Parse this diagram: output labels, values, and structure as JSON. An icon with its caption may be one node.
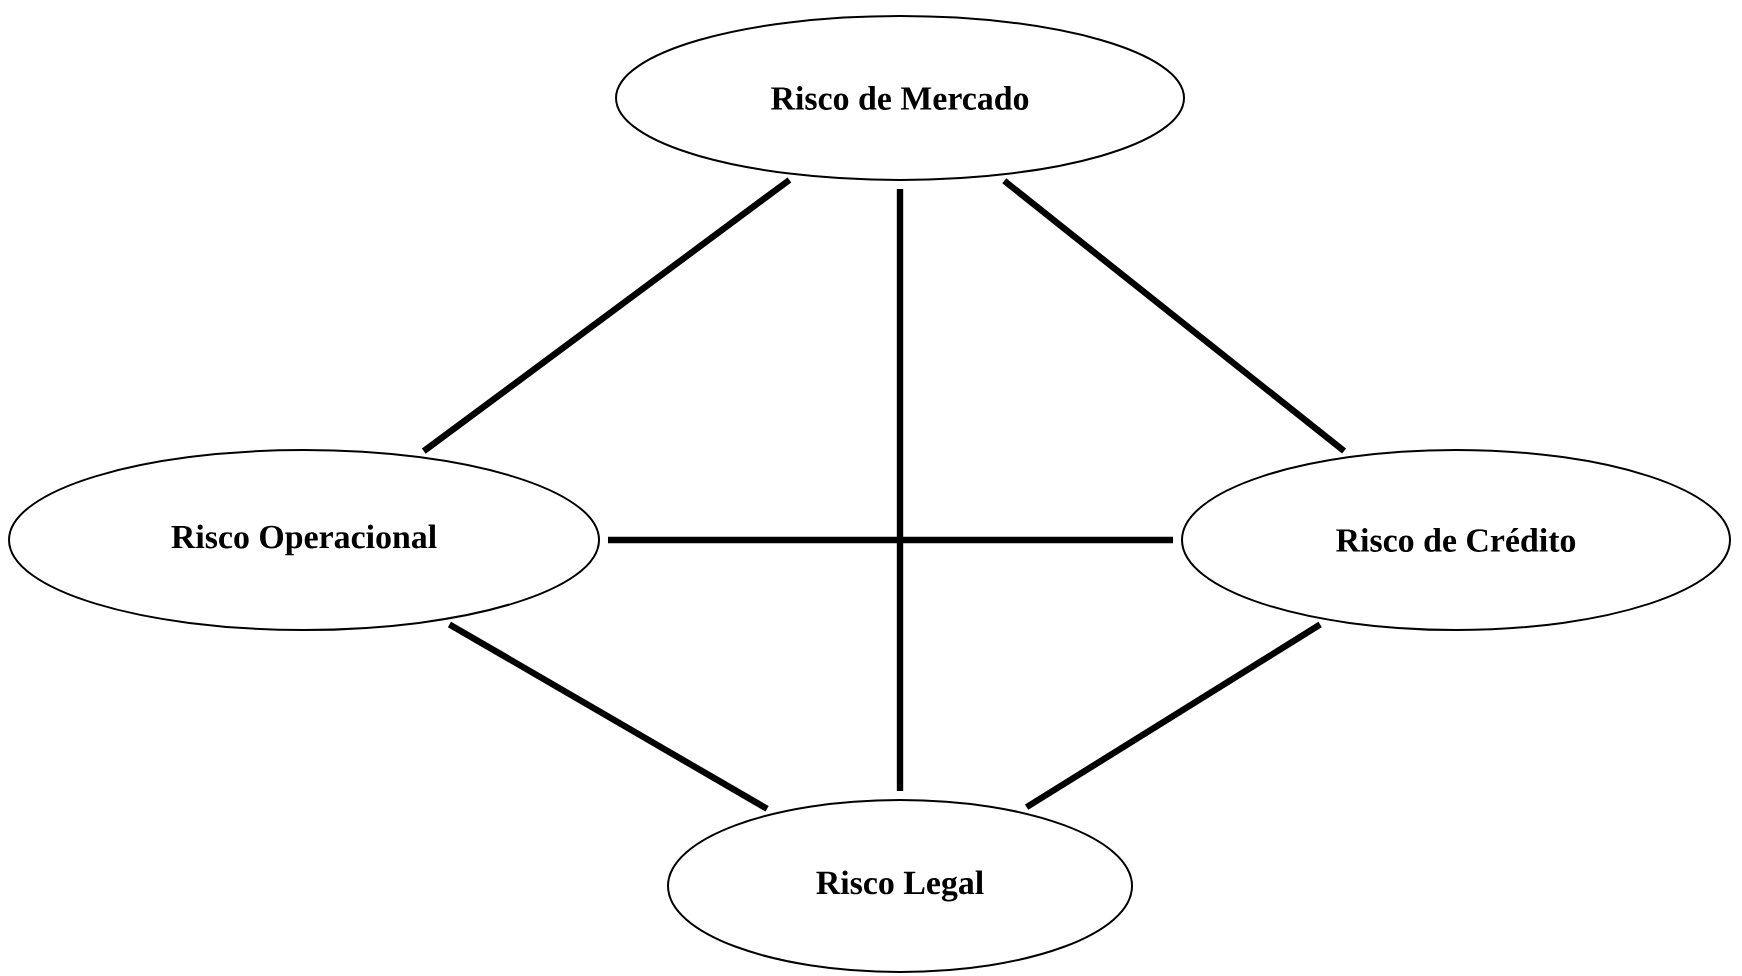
{
  "diagram": {
    "nodes": [
      {
        "text": [
          "Risco de Mercado"
        ]
      },
      {
        "text": [
          "Risco Operacional"
        ]
      },
      {
        "text": [
          "Risco de Crédito"
        ]
      },
      {
        "text": [
          "Risco Legal"
        ]
      }
    ],
    "edges": [
      {
        "from": 0,
        "to": 1,
        "arrow": "none"
      },
      {
        "from": 0,
        "to": 3,
        "arrow": "none"
      },
      {
        "from": 0,
        "to": 2,
        "arrow": "none"
      },
      {
        "from": 1,
        "to": 2,
        "arrow": "none"
      },
      {
        "from": 1,
        "to": 3,
        "arrow": "none"
      },
      {
        "from": 2,
        "to": 3,
        "arrow": "none"
      }
    ]
  }
}
